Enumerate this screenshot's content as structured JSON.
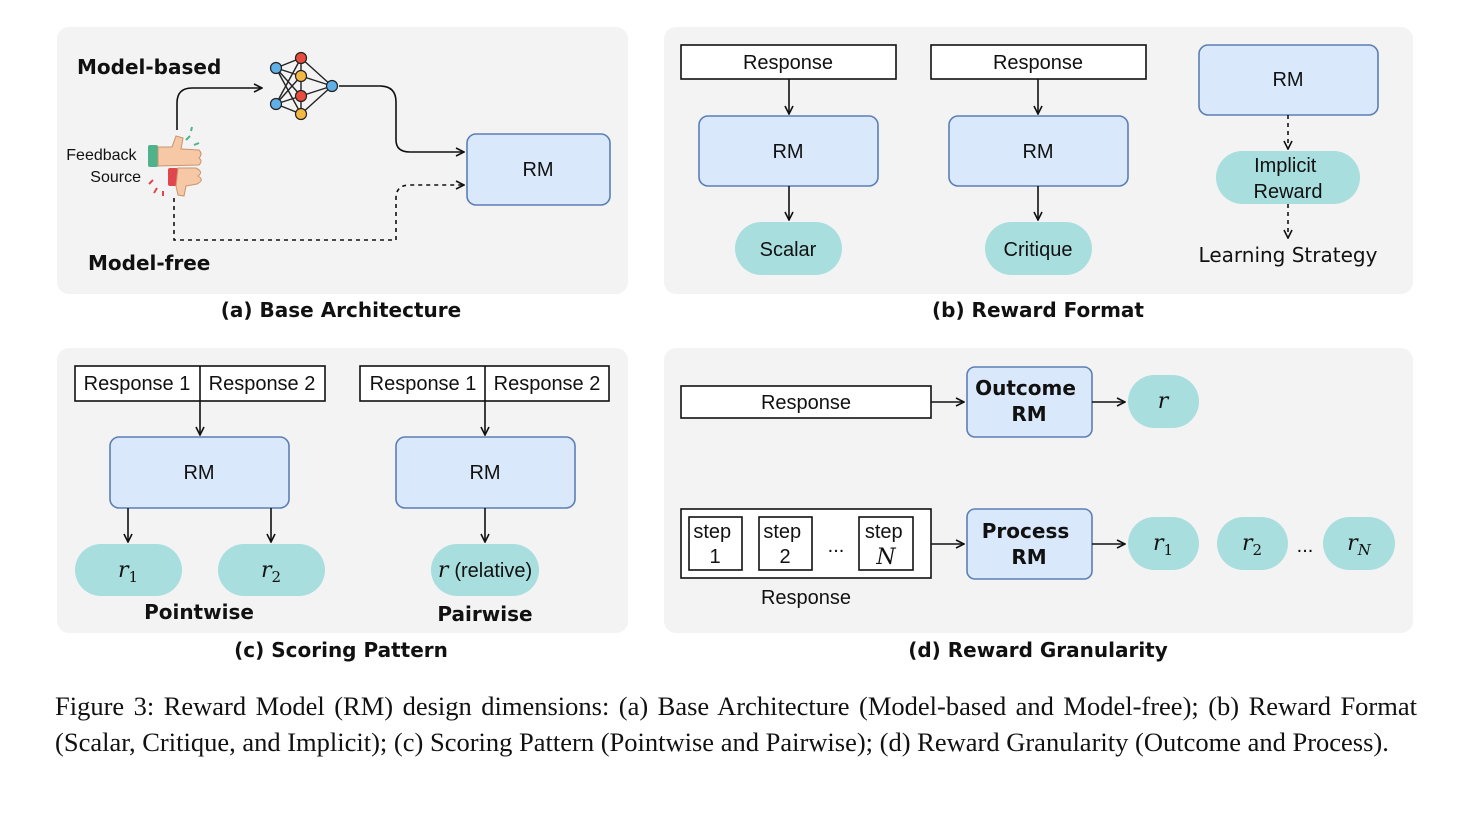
{
  "panel_a": {
    "caption": "(a) Base Architecture",
    "model_based": "Model-based",
    "model_free": "Model-free",
    "feedback_line1": "Feedback",
    "feedback_line2": "Source",
    "rm": "RM"
  },
  "panel_b": {
    "caption": "(b) Reward Format",
    "response": "Response",
    "rm": "RM",
    "scalar": "Scalar",
    "critique": "Critique",
    "implicit_line1": "Implicit",
    "implicit_line2": "Reward",
    "learning_strategy": "Learning Strategy"
  },
  "panel_c": {
    "caption": "(c) Scoring Pattern",
    "response1": "Response 1",
    "response2": "Response 2",
    "rm": "RM",
    "r": "r",
    "sub1": "1",
    "sub2": "2",
    "relative": "(relative)",
    "pointwise": "Pointwise",
    "pairwise": "Pairwise"
  },
  "panel_d": {
    "caption": "(d) Reward Granularity",
    "response": "Response",
    "outcome_line1": "Outcome",
    "process_line1": "Process",
    "rm": "RM",
    "step": "step",
    "step_1": "1",
    "step_2": "2",
    "step_n": "N",
    "ellipsis": "...",
    "r": "r",
    "sub1": "1",
    "sub2": "2",
    "subn": "N"
  },
  "figure_caption": "Figure 3: Reward Model (RM) design dimensions: (a) Base Architecture (Model-based and Model-free); (b) Reward Format (Scalar, Critique, and Implicit); (c) Scoring Pattern (Pointwise and Pairwise); (d) Reward Granularity (Outcome and Process).",
  "colors": {
    "panel_bg": "#f3f3f3",
    "rm_fill": "#dae8fb",
    "rm_stroke": "#5b7fb5",
    "pill_fill": "#a8dede"
  }
}
